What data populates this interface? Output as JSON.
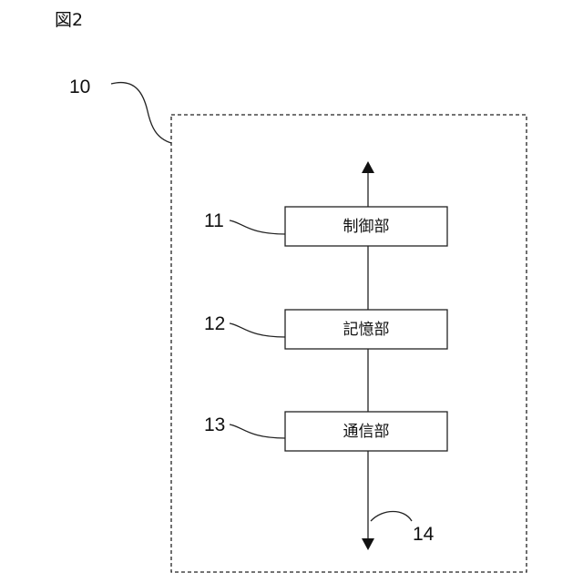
{
  "figure": {
    "label": "図2"
  },
  "device": {
    "ref": "10"
  },
  "blocks": [
    {
      "ref": "11",
      "label": "制御部"
    },
    {
      "ref": "12",
      "label": "記憶部"
    },
    {
      "ref": "13",
      "label": "通信部"
    }
  ],
  "bus": {
    "ref": "14"
  }
}
